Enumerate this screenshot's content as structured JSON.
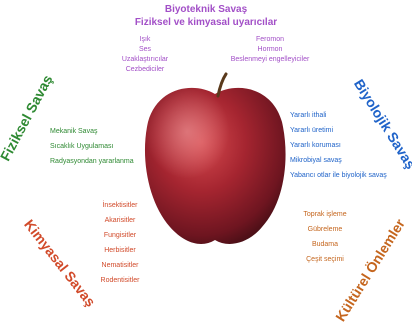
{
  "colors": {
    "purple": "#a24fc7",
    "green": "#2f8a33",
    "blue": "#1f63c9",
    "red": "#d14a2a",
    "orange": "#c5661e"
  },
  "title": {
    "line1": "Biyoteknik Savaş",
    "line2": "Fiziksel ve kimyasal uyarıcılar"
  },
  "biotech": {
    "left_items": [
      "Işık",
      "Ses",
      "Uzaklaştırıcılar",
      "Cezbediciler"
    ],
    "right_items": [
      "Feromon",
      "Hormon",
      "Beslenmeyi engelleyiciler"
    ]
  },
  "physical": {
    "label": "Fiziksel Savaş",
    "items": [
      "Mekanik Savaş",
      "Sıcaklık Uygulaması",
      "Radyasyondan yararlanma"
    ]
  },
  "biological": {
    "label": "Biyolojik Savaş",
    "items": [
      "Yararlı ithali",
      "Yararlı üretimi",
      "Yararlı koruması",
      "Mikrobiyal savaş",
      "Yabancı otlar ile biyolojik savaş"
    ]
  },
  "chemical": {
    "label": "Kimyasal Savaş",
    "items": [
      "İnsektisitler",
      "Akarisitler",
      "Fungisitler",
      "Herbisitler",
      "Nematisitler",
      "Rodentisitler"
    ]
  },
  "cultural": {
    "label": "Kültürel Önlemler",
    "items": [
      "Toprak işleme",
      "Gübreleme",
      "Budama",
      "Çeşit seçimi"
    ]
  },
  "center": {
    "icon": "apple-icon"
  }
}
